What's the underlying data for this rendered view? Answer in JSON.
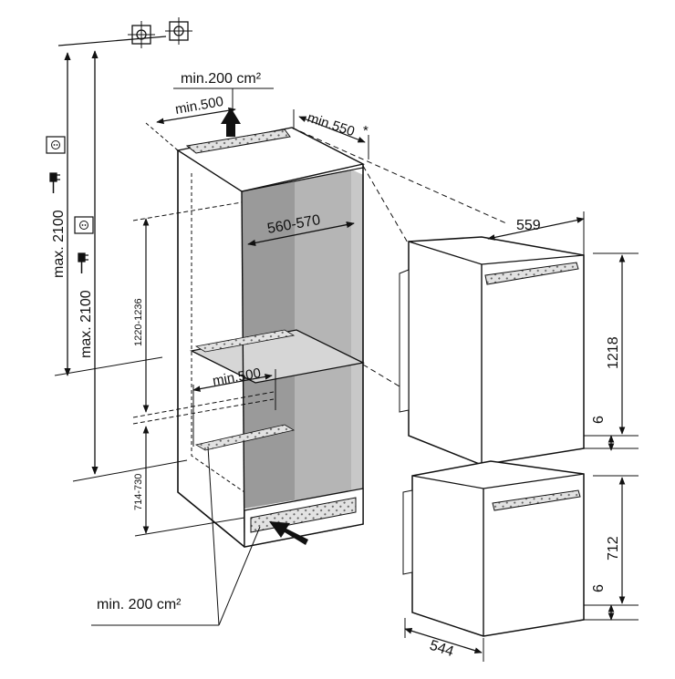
{
  "labels": {
    "top_vent_area": "min.200 cm²",
    "depth_clear_top": "min.500",
    "depth_niche": "min.550",
    "depth_asterisk": "*",
    "niche_width": "560-570",
    "upper_niche_height": "1220-1236",
    "lower_niche_height": "714-730",
    "socket_height_left": "max. 2100",
    "socket_height_right": "max. 2100",
    "depth_clear_mid": "min.500",
    "bottom_vent_area": "min. 200 cm²",
    "upper_unit_width": "559",
    "upper_unit_height": "1218",
    "upper_gap": "6",
    "lower_unit_height": "712",
    "lower_gap": "6",
    "lower_unit_depth": "544"
  },
  "icons": [
    "plumb-target-icon",
    "plumb-target-icon",
    "power-socket-icon",
    "power-plug-icon",
    "power-socket-icon",
    "power-plug-icon",
    "airflow-arrow-icon",
    "airflow-arrow-icon"
  ],
  "colors": {
    "niche_interior": "#9a9a9a",
    "niche_side": "#c4c4c4",
    "line": "#111111",
    "vent_grille": "#d9d9d9"
  }
}
